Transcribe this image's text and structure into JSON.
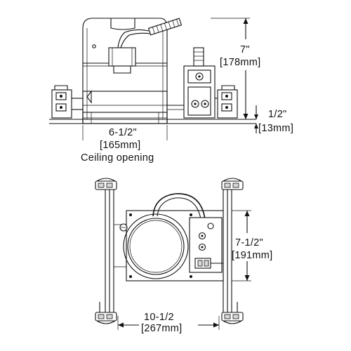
{
  "side_view": {
    "height_imperial": "7\"",
    "height_metric": "[178mm]",
    "ceiling_imperial": "1/2\"",
    "ceiling_metric": "[13mm]",
    "opening_imperial": "6-1/2\"",
    "opening_metric": "[165mm]",
    "opening_label": "Ceiling opening"
  },
  "top_view": {
    "depth_imperial": "7-1/2\"",
    "depth_metric": "[191mm]",
    "width_imperial": "10-1/2",
    "width_metric": "[267mm]"
  }
}
